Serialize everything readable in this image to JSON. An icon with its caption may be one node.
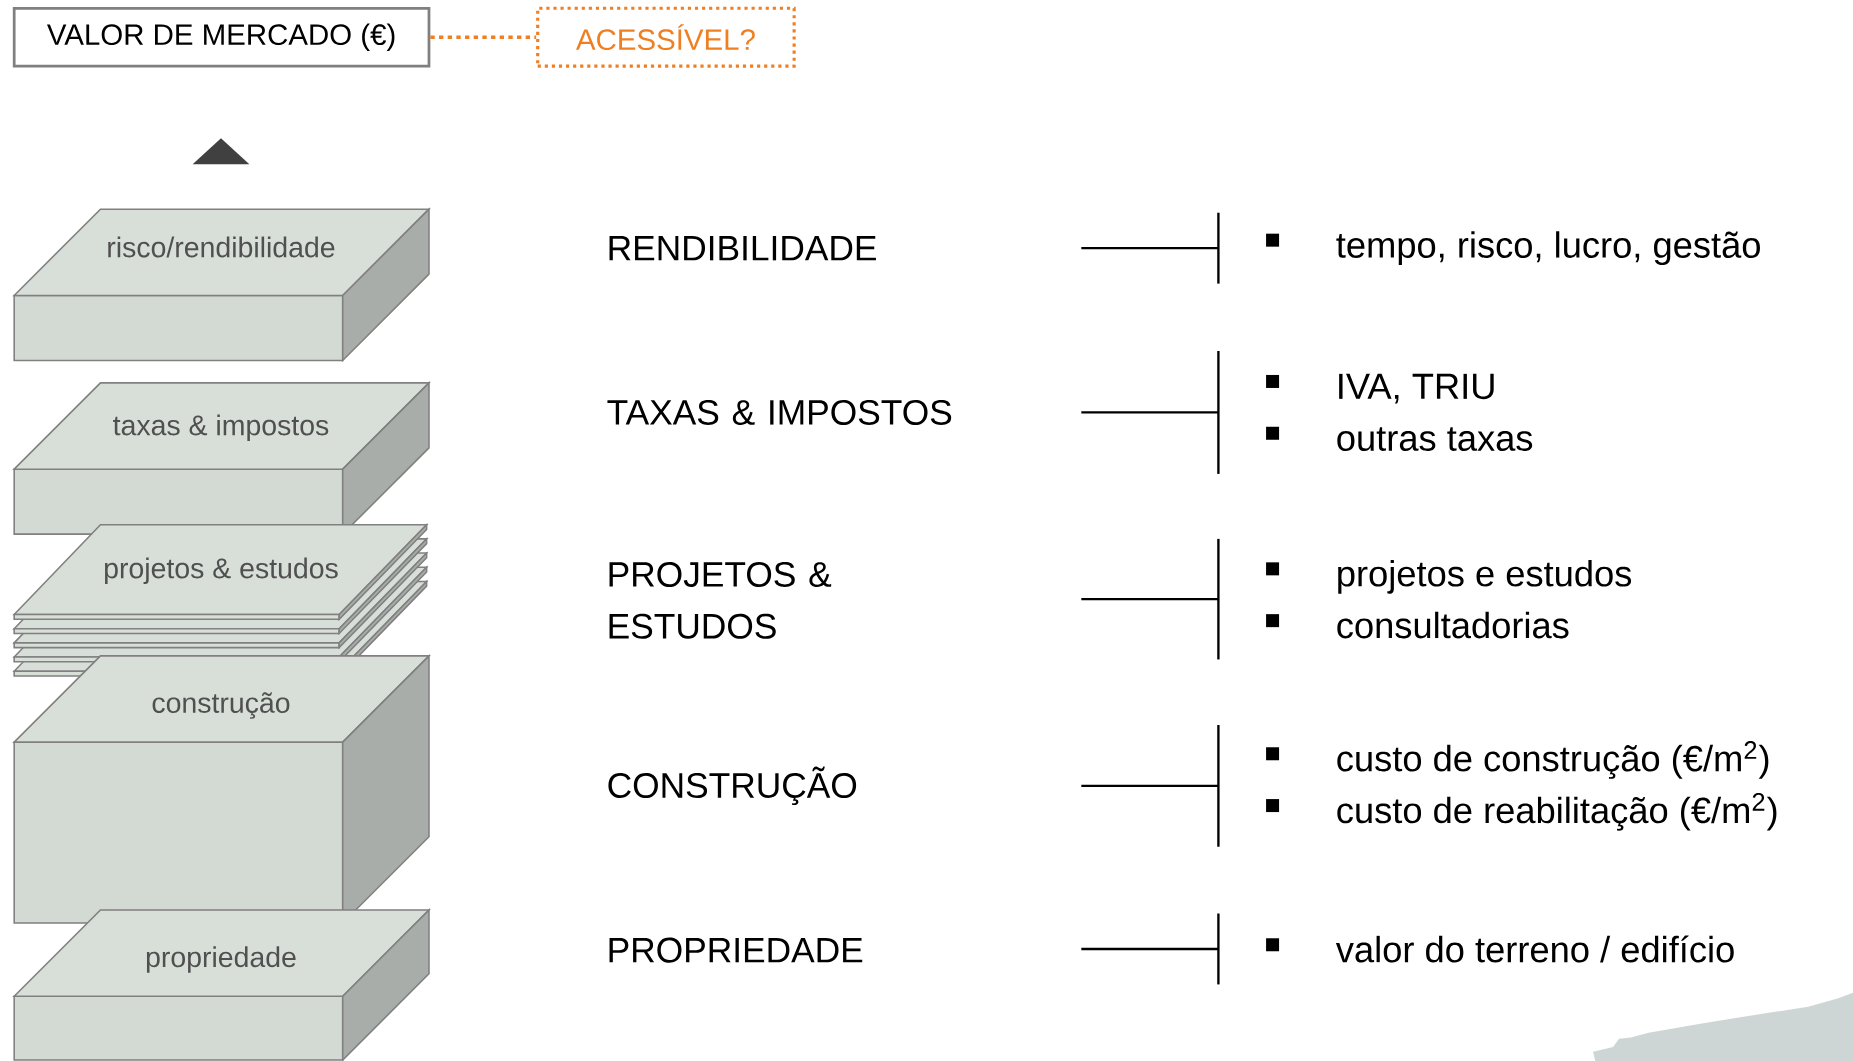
{
  "diagram": {
    "nodes": [
      {
        "text": [
          "VALOR DE MERCADO (€)"
        ]
      },
      {
        "text": [
          "ACESSÍVEL?"
        ]
      },
      {
        "text": [
          "risco/rendibilidade"
        ]
      },
      {
        "text": [
          "taxas & impostos"
        ]
      },
      {
        "text": [
          "projetos & estudos"
        ]
      },
      {
        "text": [
          "construção"
        ]
      },
      {
        "text": [
          "propriedade"
        ]
      },
      {
        "text": [
          "RENDIBILIDADE"
        ]
      },
      {
        "text": [
          "TAXAS & IMPOSTOS"
        ]
      },
      {
        "text": [
          "PROJETOS & ESTUDOS"
        ]
      },
      {
        "text": [
          "CONSTRUÇÃO"
        ]
      },
      {
        "text": [
          "PROPRIEDADE"
        ]
      },
      {
        "text": [
          "tempo, risco, lucro, gestão"
        ]
      },
      {
        "text": [
          "IVA, TRIU",
          "outras taxas"
        ]
      },
      {
        "text": [
          "projetos e estudos",
          "consultadorias"
        ]
      },
      {
        "text": [
          "custo de construção (€/m$^{2}$)",
          "custo de reabilitação (€/m$^{2}$)"
        ]
      },
      {
        "text": [
          "valor do terreno / edifício"
        ]
      },
      {
        "text": [],
        "shape": "triangle"
      }
    ],
    "edges": [
      {
        "from": 0,
        "to": 1,
        "arrow": "none",
        "style": "dashed",
        "color": "#f07f22"
      },
      {
        "from": null,
        "to": 12,
        "arrow": "none"
      },
      {
        "from": null,
        "to": 13,
        "arrow": "none"
      },
      {
        "from": null,
        "to": 14,
        "arrow": "none"
      },
      {
        "from": null,
        "to": 15,
        "arrow": "none"
      },
      {
        "from": null,
        "to": 16,
        "arrow": "none"
      }
    ]
  }
}
